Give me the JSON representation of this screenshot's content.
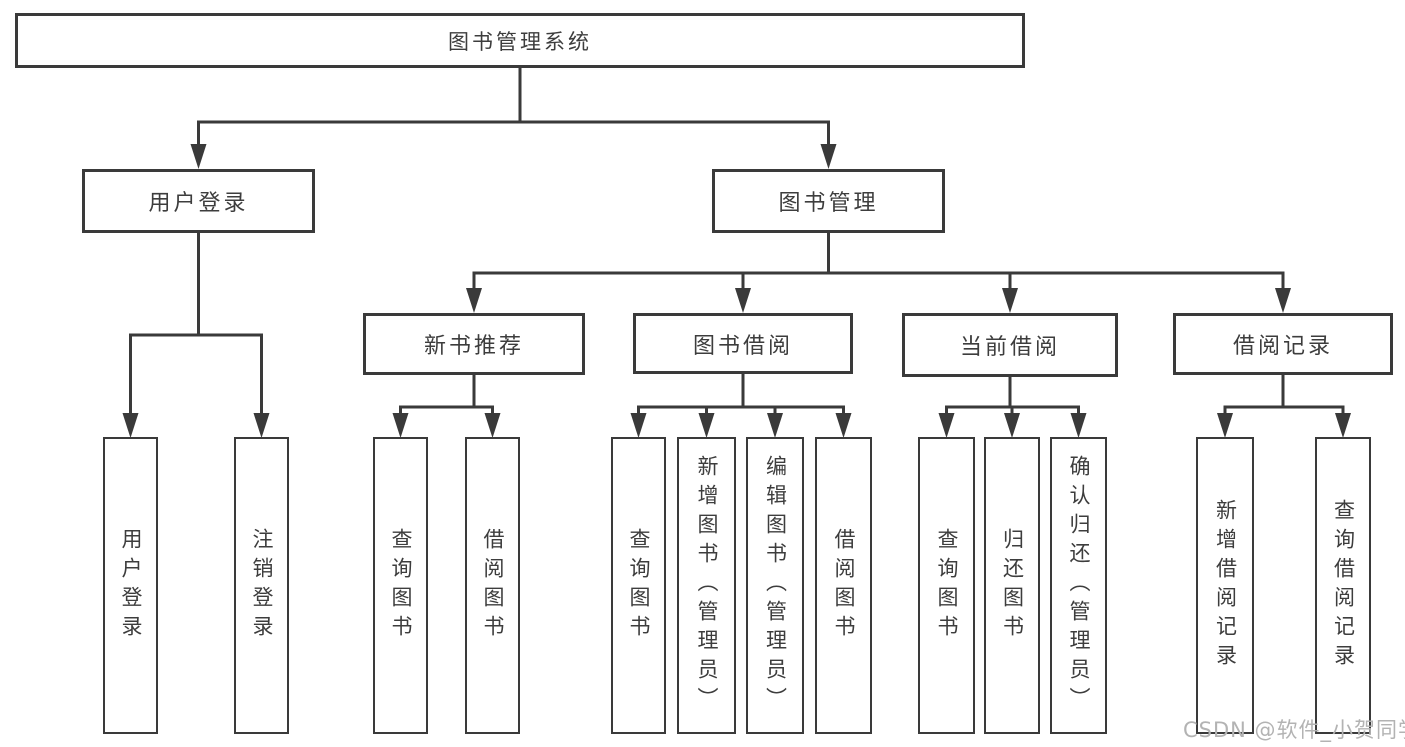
{
  "diagram": {
    "root": {
      "label": "图书管理系统"
    },
    "level2": [
      {
        "label": "用户登录"
      },
      {
        "label": "图书管理"
      }
    ],
    "level3": [
      {
        "label": "新书推荐"
      },
      {
        "label": "图书借阅"
      },
      {
        "label": "当前借阅"
      },
      {
        "label": "借阅记录"
      }
    ],
    "leaves": [
      {
        "label": "用户登录",
        "parent": "用户登录"
      },
      {
        "label": "注销登录",
        "parent": "用户登录"
      },
      {
        "label": "查询图书",
        "parent": "新书推荐"
      },
      {
        "label": "借阅图书",
        "parent": "新书推荐"
      },
      {
        "label": "查询图书",
        "parent": "图书借阅"
      },
      {
        "label": "新增图书（管理员）",
        "parent": "图书借阅"
      },
      {
        "label": "编辑图书（管理员）",
        "parent": "图书借阅"
      },
      {
        "label": "借阅图书",
        "parent": "图书借阅"
      },
      {
        "label": "查询图书",
        "parent": "当前借阅"
      },
      {
        "label": "归还图书",
        "parent": "当前借阅"
      },
      {
        "label": "确认归还（管理员）",
        "parent": "当前借阅"
      },
      {
        "label": "新增借阅记录",
        "parent": "借阅记录"
      },
      {
        "label": "查询借阅记录",
        "parent": "借阅记录"
      }
    ]
  },
  "watermark": {
    "text": "CSDN @软件_小贺同学"
  },
  "colors": {
    "line": "#3a3a3a",
    "text": "#3d3d3d",
    "background": "#ffffff",
    "watermark": "#b3b3b3"
  }
}
